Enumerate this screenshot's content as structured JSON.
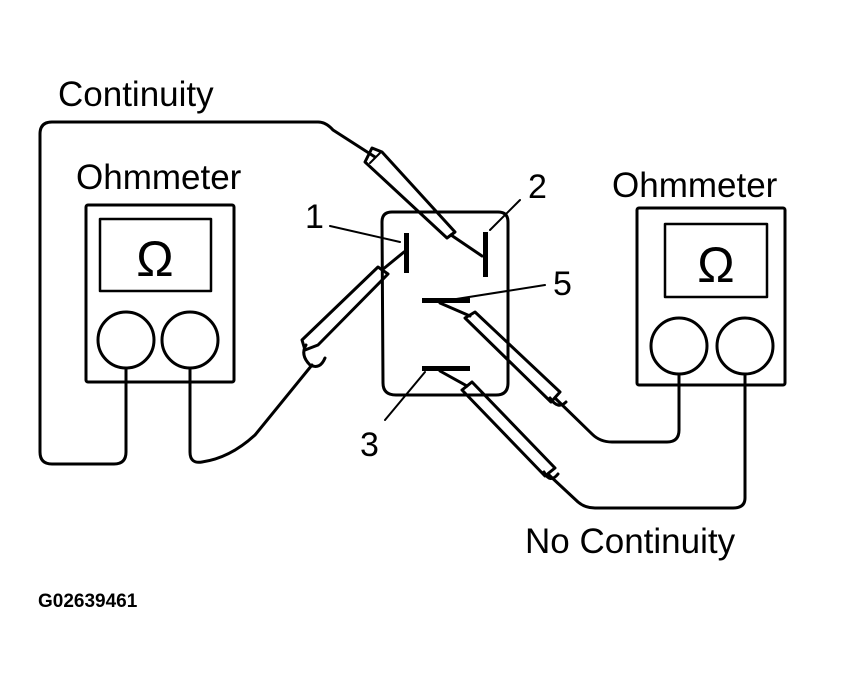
{
  "labels": {
    "continuity": "Continuity",
    "no_continuity": "No Continuity",
    "ohmmeter_left": "Ohmmeter",
    "ohmmeter_right": "Ohmmeter",
    "figure_code": "G02639461"
  },
  "meter_symbol": "Ω",
  "terminals": {
    "t1": "1",
    "t2": "2",
    "t3": "3",
    "t5": "5"
  }
}
